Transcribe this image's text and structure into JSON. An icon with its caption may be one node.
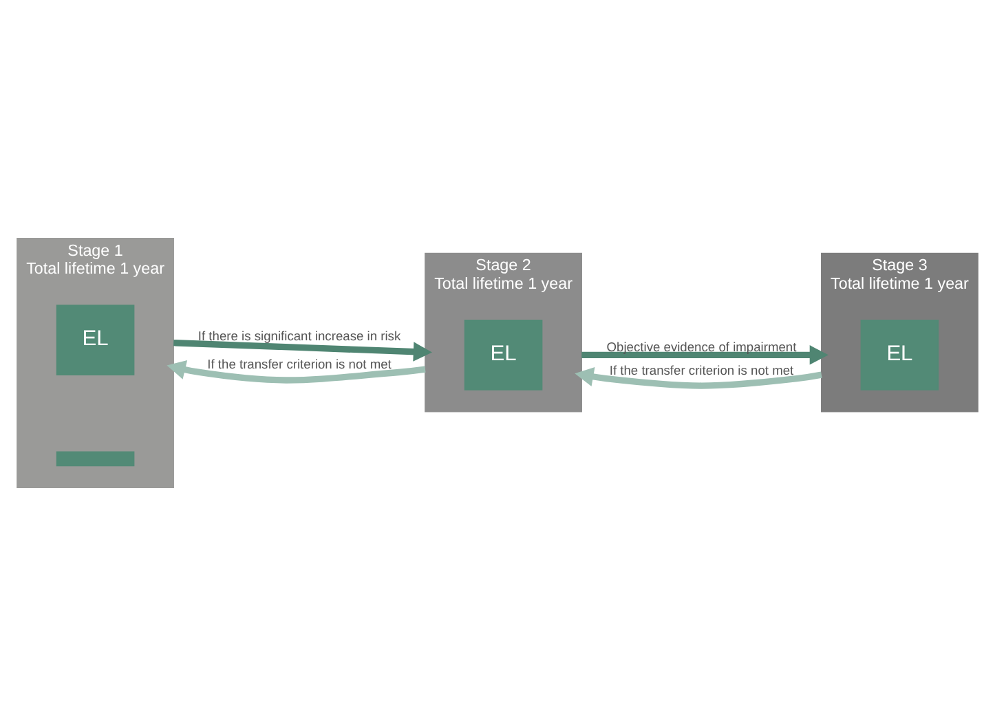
{
  "diagram": {
    "nodes": [
      {
        "text": [
          "Stage 1",
          "Total lifetime 1 year"
        ]
      },
      {
        "text": [
          "EL"
        ],
        "in": 0
      },
      {
        "text": [],
        "shape": "bar",
        "in": 0
      },
      {
        "text": [
          "Stage 2",
          "Total lifetime 1 year"
        ]
      },
      {
        "text": [
          "EL"
        ],
        "in": 3
      },
      {
        "text": [
          "Stage 3",
          "Total lifetime 1 year"
        ]
      },
      {
        "text": [
          "EL"
        ],
        "in": 5
      }
    ],
    "edges": [
      {
        "from": 0,
        "to": 3,
        "arrow": "to",
        "label": "If there is significant increase in risk",
        "color": "#4f8572"
      },
      {
        "from": 3,
        "to": 0,
        "arrow": "to",
        "label": "If the transfer criterion is not met",
        "color": "#9dbfb3"
      },
      {
        "from": 3,
        "to": 5,
        "arrow": "to",
        "label": "Objective evidence of impairment",
        "color": "#4f8572"
      },
      {
        "from": 5,
        "to": 3,
        "arrow": "to",
        "label": "If the transfer criterion is not met",
        "color": "#9dbfb3"
      }
    ]
  }
}
